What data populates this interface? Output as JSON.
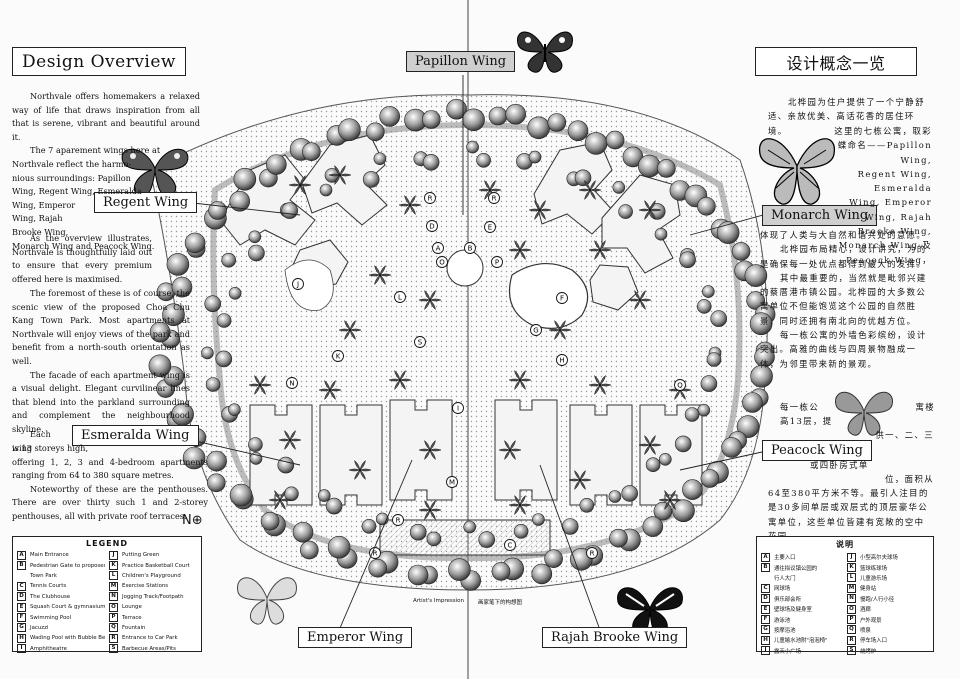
{
  "titles": {
    "en": "Design Overview",
    "cn": "设计概念一览"
  },
  "wings": {
    "papillon": "Papillon Wing",
    "regent": "Regent Wing",
    "monarch": "Monarch Wing",
    "esmeralda": "Esmeralda Wing",
    "peacock": "Peacock Wing",
    "emperor": "Emperor Wing",
    "rajah": "Rajah Brooke Wing"
  },
  "english_text": {
    "p1": "Northvale offers homemakers a relaxed way of life that draws inspiration from all that is serene, vibrant and beautiful around it.",
    "p2a": "The 7 aparement wings here at",
    "p2b": "Northvale reflect the harmo-",
    "p2c": "nious surroundings: Papillon",
    "p2d": "Wing, Regent Wing, Esmeralda",
    "p2e": "Wing, Emperor",
    "p2f": "Wing, Rajah",
    "p2g": "Brooke Wing,",
    "p2h": "Monarch Wing and Peacock Wing.",
    "p3": "As the overview illustrates, Northvale is thoughtfully laid out to ensure that every premium offered here is maximised.",
    "p4": "The foremost of these is of course, the scenic view of the proposed Choa Chu Kang Town Park. Most apartments at Northvale will enjoy views of the park and benefit from a north-south orientation as well.",
    "p5": "The facade of each apartment wing is a visual delight. Elegant curvilinear lines that blend into the parkland surrounding and complement the neighbourhood skyline.",
    "p6a": "Each wing",
    "p6b": "is 13 storeys high,",
    "p6c": "offering 1, 2, 3 and 4-bedroom apartments ranging from 64 to 380 square metres.",
    "p7": "Noteworthy of these are the penthouses. There are over thirty such 1 and 2-storey penthouses, all with private roof terraces."
  },
  "chinese_text": {
    "p1": "北桦园为住户提供了一个宁静舒适、亲放优美、高话花香的居住环境。",
    "p2a": "这里的七栋公寓，取彩",
    "p2b": "蝶命名——Papillon Wing,",
    "p2c": "Regent Wing, Esmeralda",
    "p2d": "Wing, Emperor Wing, Rajah",
    "p2e": "Brooke Wing,",
    "p2f": "Monarch Wing 及",
    "p2g": "Peacock Wing，",
    "p2h": "体现了人类与大自然和谐共处的意愿。",
    "p3": "北桦园布局精心，设计讲究，为的是确保每一处优点都得到最大的发挥。",
    "p4": "其中最重要的，当然就是毗邻兴建的蔡厝港市镇公园。北桦园的大多数公寓单位不但能饱览这个公园的自然胜景，同时还拥有南北向的优越方位。",
    "p5": "每一栋公寓的外墙色彩缤纷，设计突出。高雅的曲线与四周景物融成一体，为邻里带来新的景观。",
    "p6a": "每一栋公",
    "p6a2": "寓楼",
    "p6b": "高13层，提",
    "p6b2": "供一、二、三",
    "p6c": "或四卧房式单",
    "p6c2": "位，面积从",
    "p6d": "64至380平方米不等。最引人注目的是30多间单层或双层式的顶层豪华公寓单位，这些单位皆建有宽敞的空中花园。"
  },
  "legend": {
    "title": "LEGEND",
    "items": [
      {
        "key": "A",
        "label": "Main Entrance"
      },
      {
        "key": "J",
        "label": "Putting Green"
      },
      {
        "key": "B",
        "label": "Pedestrian Gate to proposed"
      },
      {
        "key": "K",
        "label": "Practice Basketball Court"
      },
      {
        "key": "",
        "label": "Town Park"
      },
      {
        "key": "L",
        "label": "Children's Playground"
      },
      {
        "key": "C",
        "label": "Tennis Courts"
      },
      {
        "key": "M",
        "label": "Exercise Stations"
      },
      {
        "key": "D",
        "label": "The Clubhouse"
      },
      {
        "key": "N",
        "label": "Jogging Track/Footpath"
      },
      {
        "key": "E",
        "label": "Squash Court & gymnasium"
      },
      {
        "key": "O",
        "label": "Lounge"
      },
      {
        "key": "F",
        "label": "Swimming Pool"
      },
      {
        "key": "P",
        "label": "Terrace"
      },
      {
        "key": "G",
        "label": "Jacuzzi"
      },
      {
        "key": "Q",
        "label": "Fountain"
      },
      {
        "key": "H",
        "label": "Wading Pool with Bubble Bench"
      },
      {
        "key": "R",
        "label": "Entrance to Car Park"
      },
      {
        "key": "I",
        "label": "Amphitheatre"
      },
      {
        "key": "S",
        "label": "Barbecue Areas/Pits"
      }
    ]
  },
  "legend_cn": {
    "title": "说明",
    "items": [
      {
        "key": "A",
        "label": "主要入口"
      },
      {
        "key": "J",
        "label": "小型高尔夫球场"
      },
      {
        "key": "B",
        "label": "通往拟议镇公园的"
      },
      {
        "key": "K",
        "label": "篮球练球场"
      },
      {
        "key": "",
        "label": "行人大门"
      },
      {
        "key": "L",
        "label": "儿童游乐场"
      },
      {
        "key": "C",
        "label": "网球场"
      },
      {
        "key": "M",
        "label": "健身站"
      },
      {
        "key": "D",
        "label": "俱乐部会所"
      },
      {
        "key": "N",
        "label": "慢跑/人行小径"
      },
      {
        "key": "E",
        "label": "壁球场及健身室"
      },
      {
        "key": "O",
        "label": "酒廊"
      },
      {
        "key": "F",
        "label": "游泳池"
      },
      {
        "key": "P",
        "label": "户外观景"
      },
      {
        "key": "G",
        "label": "按摩浴池"
      },
      {
        "key": "Q",
        "label": "喷泉"
      },
      {
        "key": "H",
        "label": "儿童嬉水池附\"泡泡椅\""
      },
      {
        "key": "R",
        "label": "停车场入口"
      },
      {
        "key": "I",
        "label": "露天小广场"
      },
      {
        "key": "S",
        "label": "烧烤炉"
      }
    ]
  },
  "map_letters": [
    "A",
    "B",
    "C",
    "D",
    "E",
    "F",
    "G",
    "H",
    "I",
    "J",
    "K",
    "L",
    "M",
    "N",
    "O",
    "P",
    "Q",
    "R",
    "S"
  ],
  "captions": {
    "artist_en": "Artist's Impression",
    "artist_cn": "画家笔下的构想图",
    "north": "N⊕"
  }
}
